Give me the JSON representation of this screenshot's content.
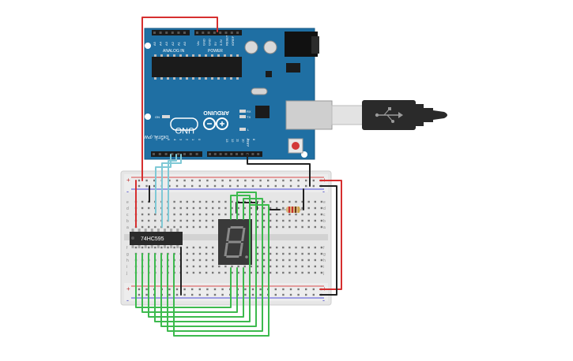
{
  "arduino": {
    "brand": "ARDUINO",
    "model": "UNO",
    "power_label": "POWER",
    "analog_label": "ANALOG IN",
    "digital_label": "DIGITAL (PWM~)",
    "tx_label": "TX",
    "rx_label": "RX",
    "on_label": "ON",
    "l_label": "L",
    "aref_label": "AREF",
    "gnd_label": "GND",
    "analog_pins": [
      "A5",
      "A4",
      "A3",
      "A2",
      "A1",
      "A0"
    ],
    "power_pins": [
      "Vin",
      "GND",
      "GND",
      "5V",
      "3.3V",
      "RESET",
      "IOREF"
    ],
    "digital_pins": [
      "0",
      "1",
      "2",
      "3",
      "4",
      "5",
      "6",
      "7",
      "8",
      "9",
      "10",
      "11",
      "12",
      "13"
    ],
    "board_color": "#1f6fa3"
  },
  "chip": {
    "label": "74HC595",
    "color": "#2b2b2b"
  },
  "display": {
    "glyph": "8",
    "color": "#3a3a3a"
  },
  "breadboard": {
    "row_letters_top": [
      "a",
      "b",
      "c",
      "d",
      "e"
    ],
    "row_letters_bottom": [
      "f",
      "g",
      "h",
      "i",
      "j"
    ],
    "rail_plus": "+",
    "rail_minus": "-"
  },
  "wire_colors": {
    "power": "#d62f2f",
    "ground": "#222222",
    "data": "#7fc9d6",
    "segment": "#3dba4e"
  },
  "usb_color": "#2a2a2a"
}
